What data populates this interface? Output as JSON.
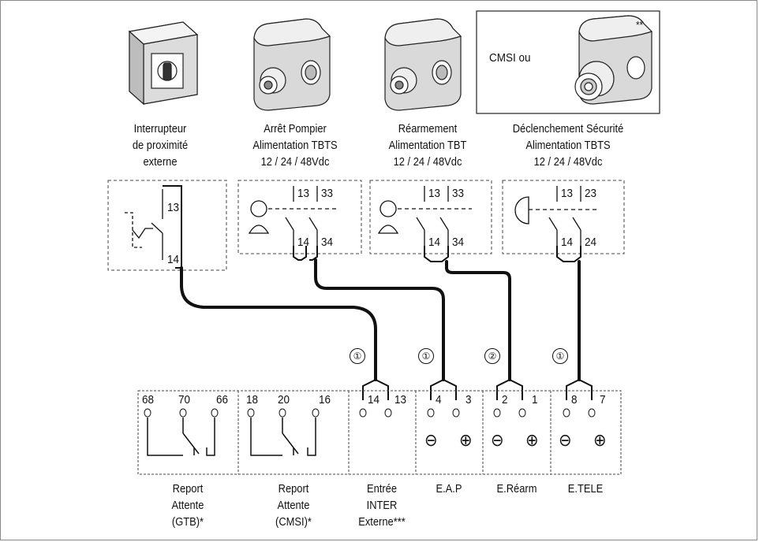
{
  "devices": [
    {
      "id": "inter",
      "title": [
        "Interrupteur",
        "de proximité",
        "externe"
      ],
      "contacts": [
        "13",
        "14"
      ]
    },
    {
      "id": "pompier",
      "title": [
        "Arrêt Pompier",
        "Alimentation TBTS",
        "12 / 24 / 48Vdc"
      ],
      "contacts": [
        "13",
        "33",
        "14",
        "34"
      ]
    },
    {
      "id": "rearm",
      "title": [
        "Réarmement",
        "Alimentation TBT",
        "12 / 24 / 48Vdc"
      ],
      "contacts": [
        "13",
        "33",
        "14",
        "34"
      ]
    },
    {
      "id": "decl",
      "title": [
        "Déclenchement Sécurité",
        "Alimentation TBTS",
        "12 / 24 / 48Vdc"
      ],
      "contacts": [
        "13",
        "23",
        "14",
        "24"
      ]
    }
  ],
  "cmsi_box": {
    "label": "CMSI  ou",
    "mark": "**"
  },
  "cable_marks": [
    "①",
    "①",
    "②",
    "①"
  ],
  "terminal_blocks": [
    {
      "id": "gtb",
      "terminals": [
        "68",
        "70",
        "66"
      ],
      "label": [
        "Report",
        "Attente",
        "(GTB)*"
      ]
    },
    {
      "id": "cmsi",
      "terminals": [
        "18",
        "20",
        "16"
      ],
      "label": [
        "Report",
        "Attente",
        "(CMSI)*"
      ]
    },
    {
      "id": "inter",
      "terminals": [
        "14",
        "13"
      ],
      "label": [
        "Entrée",
        "INTER",
        "Externe***"
      ]
    },
    {
      "id": "eap",
      "terminals": [
        "4",
        "3"
      ],
      "label": [
        "E.A.P"
      ]
    },
    {
      "id": "erearm",
      "terminals": [
        "2",
        "1"
      ],
      "label": [
        "E.Réarm"
      ]
    },
    {
      "id": "etele",
      "terminals": [
        "8",
        "7"
      ],
      "label": [
        "E.TELE"
      ]
    }
  ],
  "polarity": {
    "minus": "⊖",
    "plus": "⊕"
  }
}
